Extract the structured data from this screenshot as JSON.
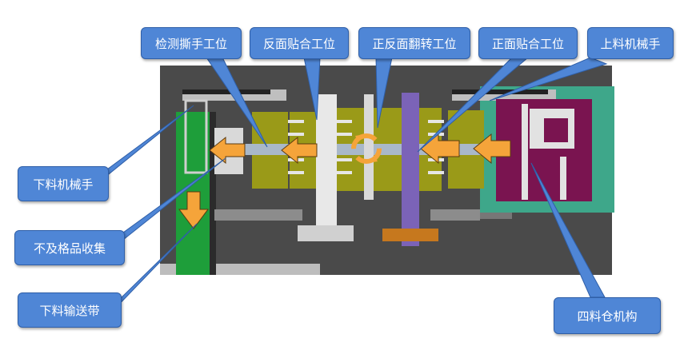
{
  "colors": {
    "machine_bg": "#4a4a4a",
    "callout_fill": "#4f86d6",
    "callout_border": "#2f5fa8",
    "arrow_orange": "#f5a43a",
    "conveyor_green": "#1e9e3a",
    "station_yellow": "#9a9a18",
    "purple_column": "#7b63b8",
    "magazine_maroon": "#7a1450",
    "teal_panel": "#3ea78a",
    "white_column": "#e8e8e8"
  },
  "icons": {
    "flip": "rotate-arrows-icon",
    "flow": "flow-arrow-icon"
  },
  "labels": {
    "inspect_peel": "检测撕手工位",
    "back_laminate": "反面贴合工位",
    "flip_station": "正反面翻转工位",
    "front_laminate": "正面贴合工位",
    "load_robot": "上料机械手",
    "unload_robot": "下料机械手",
    "reject_collect": "不及格品收集",
    "unload_conveyor": "下料输送带",
    "four_magazine": "四料仓机构"
  }
}
